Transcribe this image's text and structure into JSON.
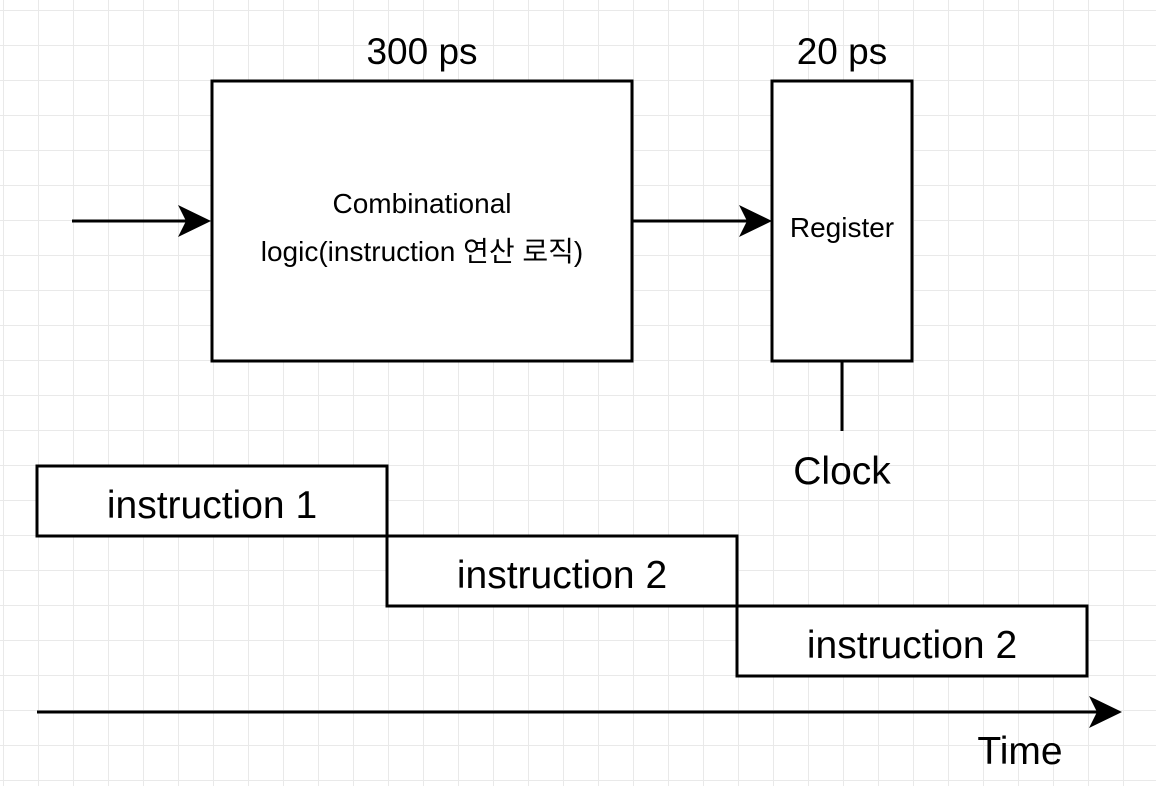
{
  "combinational_block": {
    "delay": "300 ps",
    "label_line1": "Combinational",
    "label_line2": "logic(instruction 연산 로직)"
  },
  "register_block": {
    "delay": "20 ps",
    "label": "Register",
    "clock_label": "Clock"
  },
  "timeline": {
    "instructions": [
      "instruction 1",
      "instruction 2",
      "instruction 2"
    ],
    "axis_label": "Time"
  }
}
